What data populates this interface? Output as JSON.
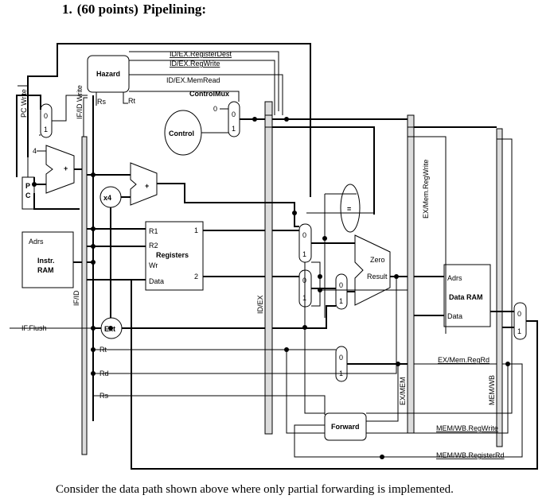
{
  "heading": {
    "number": "1.",
    "points": "(60 points)",
    "title": "Pipelining:"
  },
  "caption": "Consider the data path shown above where only partial forwarding is implemented.",
  "units": {
    "hazard": "Hazard",
    "control": "Control",
    "control_mux": "ControlMux",
    "forward": "Forward",
    "registers": "Registers",
    "instr_ram_line1": "Instr.",
    "instr_ram_line2": "RAM",
    "data_ram": "Data RAM",
    "ext": "Ext",
    "times4": "x4",
    "equals": "=",
    "pc_p": "P",
    "pc_c": "C",
    "alu_zero": "Zero",
    "alu_result": "Result"
  },
  "ports": {
    "adrs": "Adrs",
    "data_ram_adrs": "Adrs",
    "data_ram_data": "Data",
    "r1": "R1",
    "r2": "R2",
    "wr": "Wr",
    "data": "Data",
    "one": "1",
    "two": "2",
    "const4": "4",
    "const0": "0",
    "rs_hazard": "Rs",
    "rt_hazard": "Rt",
    "rt": "Rt",
    "rd": "Rd",
    "rs": "Rs",
    "mux0": "0",
    "mux1": "1",
    "plus": "+"
  },
  "signals": {
    "idex_regdest": "ID/EX.RegisterDest",
    "idex_regwrite": "ID/EX.RegWrite",
    "idex_memread": "ID/EX.MemRead",
    "pc_write": "PC Write",
    "ifid_write": "IF/ID Write",
    "if_flush": "IF.Flush",
    "exmem_regwrite": "EX/Mem.RegWrite",
    "exmem_regrd": "EX/Mem.RegRd",
    "memwb_regwrite": "MEM/WB.RegWrite",
    "memwb_registerrd": "MEM/WB.RegisterRd"
  },
  "pipeline_registers": {
    "if_id": "IF/ID",
    "id_ex": "ID/EX",
    "ex_mem": "EX/MEM",
    "mem_wb": "MEM/WB"
  }
}
